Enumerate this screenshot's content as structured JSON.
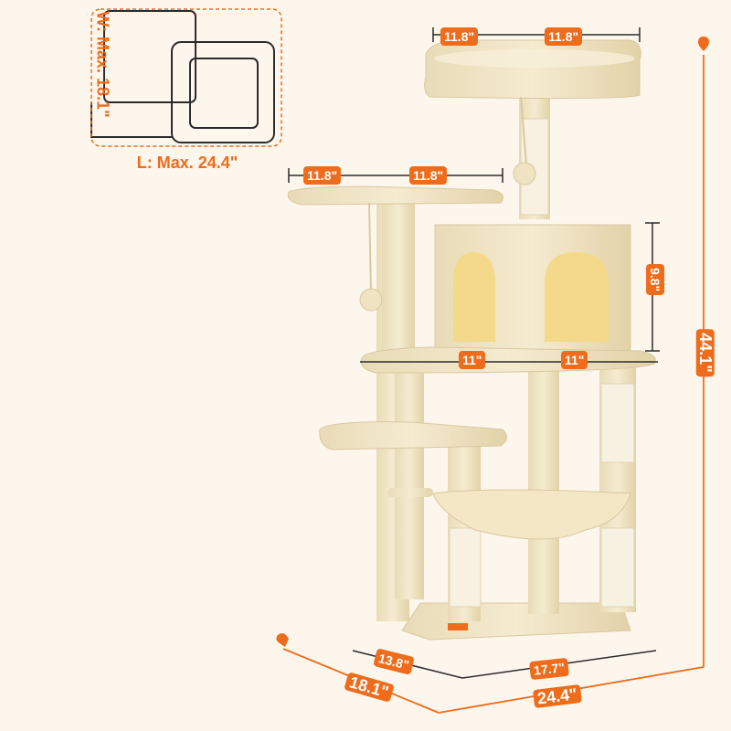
{
  "bed_dimensions": {
    "width_label": "W: Max. 18.1\"",
    "length_label": "L: Max. 24.4\""
  },
  "dimensions": {
    "top_perch_left": "11.8\"",
    "top_perch_right": "11.8\"",
    "mid_perch_left": "11.8\"",
    "mid_perch_right": "11.8\"",
    "condo_height": "9.8\"",
    "condo_left": "11\"",
    "condo_right": "11\"",
    "total_height": "44.1\"",
    "base_depth": "13.8\"",
    "base_width": "17.7\"",
    "footprint_depth": "18.1\"",
    "footprint_width": "24.4\""
  },
  "colors": {
    "accent": "#ee6c1b",
    "plush": "#f1e6c7",
    "plush_shadow": "#d9c8a0",
    "sisal": "#f7f1e2",
    "background": "#fdf6ec"
  }
}
